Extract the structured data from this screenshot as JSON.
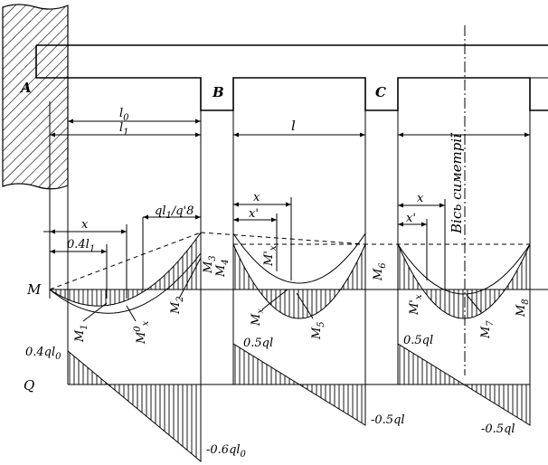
{
  "supports": {
    "a": "A",
    "b": "B",
    "c": "C"
  },
  "diagram_labels": {
    "m_axis": "M",
    "q_axis": "Q",
    "symmetry_axis": "Вісь симетрії"
  },
  "dimensions": {
    "l0": {
      "base": "l",
      "sub": "0"
    },
    "l1": {
      "base": "l",
      "sub": "1"
    },
    "l": "l",
    "x_span1": "x",
    "x04": {
      "base": "0.4l",
      "sub": "1"
    },
    "ql_ratio": {
      "pre": "ql",
      "sub": "1",
      "post": "/q'8"
    },
    "x_span2": "x",
    "xp_span2": "x'",
    "x_span3": "x",
    "xp_span3": "x'"
  },
  "moments": {
    "m1": {
      "base": "M",
      "sub": "1"
    },
    "m0x": {
      "base": "M",
      "sup": "0",
      "sub": "x"
    },
    "m2": {
      "base": "M",
      "sub": "2"
    },
    "m3": {
      "base": "M",
      "sub": "3"
    },
    "m4": {
      "base": "M",
      "sub": "4"
    },
    "mx": {
      "base": "M",
      "sub": "x"
    },
    "mpx2": {
      "base": "M'",
      "sub": "x"
    },
    "m5": {
      "base": "M",
      "sub": "5"
    },
    "m6": {
      "base": "M",
      "sub": "6"
    },
    "mpx3": {
      "base": "M'",
      "sub": "x"
    },
    "m7": {
      "base": "M",
      "sub": "7"
    },
    "m8": {
      "base": "M",
      "sub": "8"
    }
  },
  "shear": {
    "s1_left": {
      "pre": "0.4ql",
      "sub": "0"
    },
    "s1_right": {
      "pre": "-0.6ql",
      "sub": "0"
    },
    "s2_left": "0.5ql",
    "s2_right": "-0.5ql",
    "s3_left": "0.5ql",
    "s3_right": "-0.5ql"
  }
}
